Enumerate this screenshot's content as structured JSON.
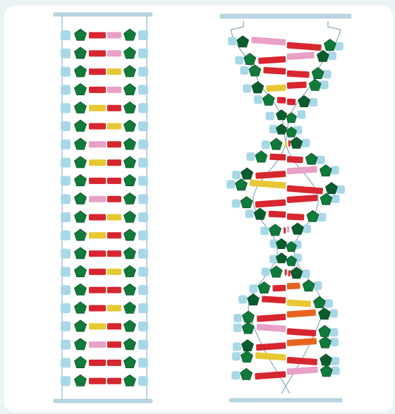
{
  "image": {
    "subject": "dna-model",
    "background_color": "#e9f3f4",
    "panel_color": "#ffffff"
  },
  "colors": {
    "pentagon": "#0f7a3a",
    "pentagon_dark": "#0b5c2c",
    "phosphate": "#a8d8e8",
    "red_base": "#d8262f",
    "orange_base": "#e8641e",
    "yellow_base": "#e8c832",
    "pink_base": "#e8a0c8",
    "bar": "#b8d8e4"
  },
  "models": {
    "ladder": {
      "name": "unwound-ladder-model",
      "rungs": [
        [
          "red",
          "pink"
        ],
        [
          "red",
          "pink"
        ],
        [
          "red",
          "yellow"
        ],
        [
          "red",
          "pink"
        ],
        [
          "yellow",
          "red"
        ],
        [
          "red",
          "yellow"
        ],
        [
          "pink",
          "red"
        ],
        [
          "yellow",
          "red"
        ],
        [
          "red",
          "red"
        ],
        [
          "pink",
          "red"
        ],
        [
          "red",
          "yellow"
        ],
        [
          "yellow",
          "red"
        ],
        [
          "red",
          "red"
        ],
        [
          "red",
          "yellow"
        ],
        [
          "red",
          "red"
        ],
        [
          "red",
          "yellow"
        ],
        [
          "yellow",
          "red"
        ],
        [
          "pink",
          "red"
        ],
        [
          "red",
          "red"
        ],
        [
          "red",
          "red"
        ]
      ]
    },
    "helix": {
      "name": "double-helix-model",
      "rungs": [
        [
          "pink",
          "red"
        ],
        [
          "red",
          "pink"
        ],
        [
          "red",
          "red"
        ],
        [
          "yellow",
          "red"
        ],
        [
          "red",
          "red"
        ],
        [
          "red",
          "pink"
        ],
        [
          "red",
          "yellow"
        ],
        [
          "yellow",
          "red"
        ],
        [
          "red",
          "red"
        ],
        [
          "red",
          "pink"
        ],
        [
          "yellow",
          "red"
        ],
        [
          "red",
          "red"
        ],
        [
          "red",
          "red"
        ],
        [
          "red",
          "pink"
        ],
        [
          "yellow",
          "red"
        ],
        [
          "red",
          "red"
        ],
        [
          "red",
          "red"
        ],
        [
          "red",
          "orange"
        ],
        [
          "red",
          "yellow"
        ],
        [
          "red",
          "orange"
        ],
        [
          "pink",
          "red"
        ],
        [
          "red",
          "orange"
        ],
        [
          "yellow",
          "red"
        ],
        [
          "red",
          "pink"
        ]
      ]
    }
  }
}
